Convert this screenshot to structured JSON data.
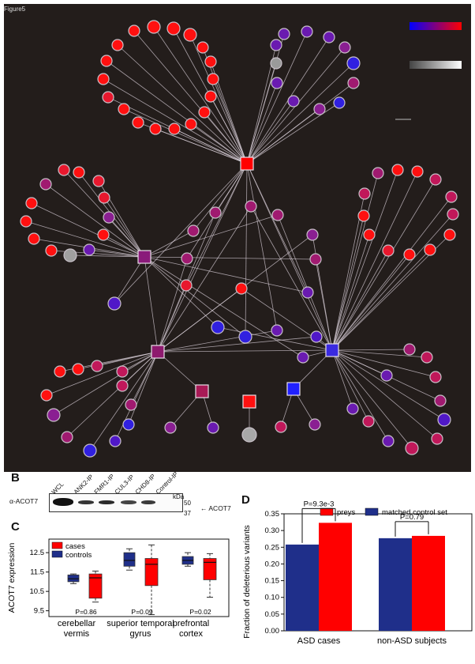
{
  "figure_title": "Figure5",
  "panelA": {
    "label": "",
    "legend": {
      "colorbar_gradient": [
        "#0000ff",
        "#ff0000"
      ],
      "greybar_gradient": [
        "#444444",
        "#ffffff"
      ]
    },
    "hubs": [
      {
        "id": "top",
        "color": "#ff0000"
      },
      {
        "id": "left",
        "color": "#8a1a7a"
      },
      {
        "id": "right",
        "color": "#3a2ae0"
      },
      {
        "id": "lowerleft",
        "color": "#8e1a6e"
      },
      {
        "id": "bottom1",
        "color": "#a81a56"
      },
      {
        "id": "bottom2",
        "color": "#ff1010"
      },
      {
        "id": "bottom3",
        "color": "#2020ff"
      }
    ]
  },
  "panelB": {
    "label": "B",
    "lanes": [
      "WCL",
      "ANK2-IP",
      "FMR1-IP",
      "CUL3-IP",
      "CHD8-IP",
      "Control-IP"
    ],
    "antibody": "α-ACOT7",
    "kda_label": "kDa",
    "markers": [
      "50",
      "37"
    ],
    "band_label": "← ACOT7"
  },
  "panelC": {
    "label": "C",
    "ylabel": "ACOT7 expression",
    "legend": [
      "cases",
      "controls"
    ],
    "yticks": [
      "9.5",
      "10.5",
      "11.5",
      "12.5"
    ],
    "regions": [
      {
        "name1": "cerebellar",
        "name2": "vermis",
        "pvalue": "P=0.86"
      },
      {
        "name1": "superior temporal",
        "name2": "gyrus",
        "pvalue": "P=0.09"
      },
      {
        "name1": "prefrontal",
        "name2": "cortex",
        "pvalue": "P=0.02"
      }
    ]
  },
  "panelD": {
    "label": "D",
    "ylabel": "Fraction of deleterious variants",
    "legend": [
      "preys",
      "matched control set"
    ],
    "yticks": [
      "0.00",
      "0.05",
      "0.10",
      "0.15",
      "0.20",
      "0.25",
      "0.30",
      "0.35"
    ],
    "groups": [
      "ASD cases",
      "non-ASD subjects"
    ],
    "pvalues": [
      "P=9.3e-3",
      "P=0.79"
    ]
  },
  "chart_data": [
    {
      "type": "box",
      "title": "",
      "ylabel": "ACOT7 expression",
      "ylim": [
        9.2,
        13.2
      ],
      "categories": [
        "cerebellar vermis",
        "superior temporal gyrus",
        "prefrontal cortex"
      ],
      "series": [
        {
          "name": "controls",
          "color": "#1f2f8a",
          "boxes": [
            {
              "min": 10.9,
              "q1": 11.0,
              "median": 11.15,
              "q3": 11.35,
              "max": 11.4
            },
            {
              "min": 11.6,
              "q1": 11.8,
              "median": 12.1,
              "q3": 12.5,
              "max": 12.7
            },
            {
              "min": 11.8,
              "q1": 11.9,
              "median": 12.1,
              "q3": 12.3,
              "max": 12.5
            }
          ]
        },
        {
          "name": "cases",
          "color": "#ff0000",
          "boxes": [
            {
              "min": 9.95,
              "q1": 10.15,
              "median": 11.2,
              "q3": 11.4,
              "max": 11.55
            },
            {
              "min": 9.3,
              "q1": 10.8,
              "median": 11.9,
              "q3": 12.2,
              "max": 12.9
            },
            {
              "min": 10.2,
              "q1": 11.1,
              "median": 12.0,
              "q3": 12.2,
              "max": 12.45
            }
          ]
        }
      ],
      "pvalues": [
        "P=0.86",
        "P=0.09",
        "P=0.02"
      ]
    },
    {
      "type": "bar",
      "title": "",
      "xlabel": "",
      "ylabel": "Fraction of deleterious variants",
      "ylim": [
        0,
        0.35
      ],
      "categories": [
        "ASD cases",
        "non-ASD subjects"
      ],
      "series": [
        {
          "name": "matched control set",
          "color": "#1f2f8a",
          "values": [
            0.258,
            0.277
          ]
        },
        {
          "name": "preys",
          "color": "#ff0000",
          "values": [
            0.323,
            0.284
          ]
        }
      ],
      "pvalues": [
        "P=9.3e-3",
        "P=0.79"
      ]
    }
  ]
}
